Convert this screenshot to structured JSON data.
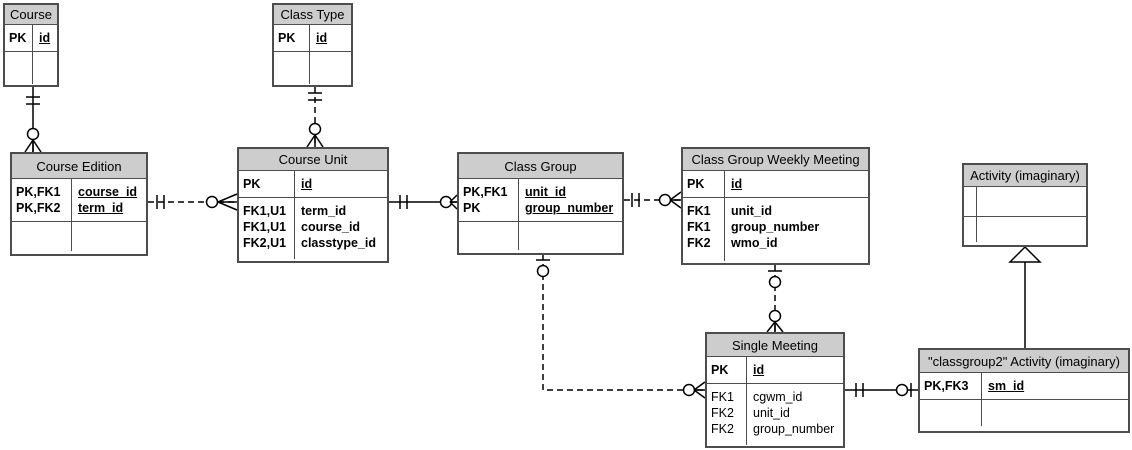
{
  "colors": {
    "header_fill": "#cdcdcd",
    "table_border": "#4d4d4d",
    "line": "#000000",
    "background": "#ffffff"
  },
  "tables": {
    "course": {
      "title": "Course",
      "key_rows": [
        {
          "key": "PK",
          "attr": "id"
        }
      ],
      "attr_rows": []
    },
    "class_type": {
      "title": "Class Type",
      "key_rows": [
        {
          "key": "PK",
          "attr": "id"
        }
      ],
      "attr_rows": []
    },
    "course_edition": {
      "title": "Course Edition",
      "key_rows": [
        {
          "key": "PK,FK1",
          "attr": "course_id"
        },
        {
          "key": "PK,FK2",
          "attr": "term_id"
        }
      ],
      "attr_rows": []
    },
    "course_unit": {
      "title": "Course Unit",
      "key_rows": [
        {
          "key": "PK",
          "attr": "id"
        }
      ],
      "attr_rows": [
        {
          "key": "FK1,U1",
          "attr": "term_id"
        },
        {
          "key": "FK1,U1",
          "attr": "course_id"
        },
        {
          "key": "FK2,U1",
          "attr": "classtype_id"
        }
      ]
    },
    "class_group": {
      "title": "Class Group",
      "key_rows": [
        {
          "key": "PK,FK1",
          "attr": "unit_id"
        },
        {
          "key": "PK",
          "attr": "group_number"
        }
      ],
      "attr_rows": []
    },
    "class_group_weekly_meeting": {
      "title": "Class Group Weekly Meeting",
      "key_rows": [
        {
          "key": "PK",
          "attr": "id"
        }
      ],
      "attr_rows": [
        {
          "key": "FK1",
          "attr": "unit_id"
        },
        {
          "key": "FK1",
          "attr": "group_number"
        },
        {
          "key": "FK2",
          "attr": "wmo_id"
        }
      ]
    },
    "activity": {
      "title": "Activity (imaginary)",
      "key_rows": [],
      "attr_rows": []
    },
    "single_meeting": {
      "title": "Single Meeting",
      "key_rows": [
        {
          "key": "PK",
          "attr": "id"
        }
      ],
      "attr_rows": [
        {
          "key": "FK1",
          "attr": "cgwm_id"
        },
        {
          "key": "FK2",
          "attr": "unit_id"
        },
        {
          "key": "FK2",
          "attr": "group_number"
        }
      ]
    },
    "classgroup2_activity": {
      "title": "\"classgroup2\" Activity (imaginary)",
      "key_rows": [
        {
          "key": "PK,FK3",
          "attr": "sm_id"
        }
      ],
      "attr_rows": []
    }
  },
  "relationships": [
    {
      "from": "Course",
      "to": "Course Edition",
      "from_cardinality": "one-and-only-one",
      "to_cardinality": "zero-or-many",
      "line": "solid"
    },
    {
      "from": "Class Type",
      "to": "Course Unit",
      "from_cardinality": "one-and-only-one",
      "to_cardinality": "zero-or-many",
      "line": "dashed"
    },
    {
      "from": "Course Edition",
      "to": "Course Unit",
      "from_cardinality": "one-and-only-one",
      "to_cardinality": "zero-or-many",
      "line": "dashed"
    },
    {
      "from": "Course Unit",
      "to": "Class Group",
      "from_cardinality": "one-and-only-one",
      "to_cardinality": "zero-or-many",
      "line": "solid"
    },
    {
      "from": "Class Group",
      "to": "Class Group Weekly Meeting",
      "from_cardinality": "one-and-only-one",
      "to_cardinality": "zero-or-many",
      "line": "dashed"
    },
    {
      "from": "Class Group",
      "to": "Single Meeting",
      "from_cardinality": "zero-or-one",
      "to_cardinality": "zero-or-many",
      "line": "dashed"
    },
    {
      "from": "Class Group Weekly Meeting",
      "to": "Single Meeting",
      "from_cardinality": "zero-or-one",
      "to_cardinality": "zero-or-many",
      "line": "dashed"
    },
    {
      "from": "Single Meeting",
      "to": "\"classgroup2\" Activity (imaginary)",
      "from_cardinality": "one-and-only-one",
      "to_cardinality": "zero-or-one",
      "line": "solid"
    },
    {
      "from": "\"classgroup2\" Activity (imaginary)",
      "to": "Activity (imaginary)",
      "type": "inheritance",
      "line": "solid"
    }
  ]
}
